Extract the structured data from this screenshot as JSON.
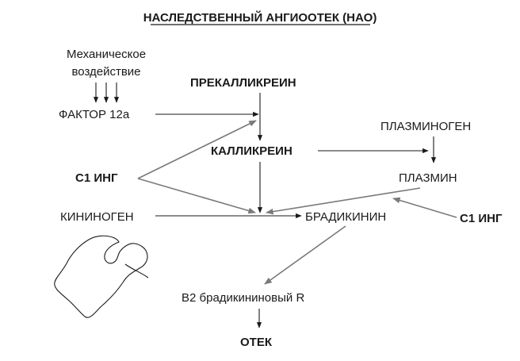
{
  "title": "НАСЛЕДСТВЕННЫЙ АНГИООТЕК (НАО)",
  "nodes": {
    "mech_line1": "Механическое",
    "mech_line2": "воздействие",
    "factor12a": "ФАКТОР 12а",
    "prekallikrein": "ПРЕКАЛЛИКРЕИН",
    "kallikrein": "КАЛЛИКРЕИН",
    "plasminogen": "ПЛАЗМИНОГЕН",
    "plasmin": "ПЛАЗМИН",
    "c1_inh_left": "С1 ИНГ",
    "c1_inh_right": "С1 ИНГ",
    "kininogen": "КИНИНОГЕН",
    "bradykinin": "БРАДИКИНИН",
    "b2_receptor": "В2 брадикининовый R",
    "edema": "ОТЕК"
  },
  "colors": {
    "text": "#1a1a1a",
    "inhibitor_arrow": "#7a7a7a",
    "background": "#ffffff"
  }
}
